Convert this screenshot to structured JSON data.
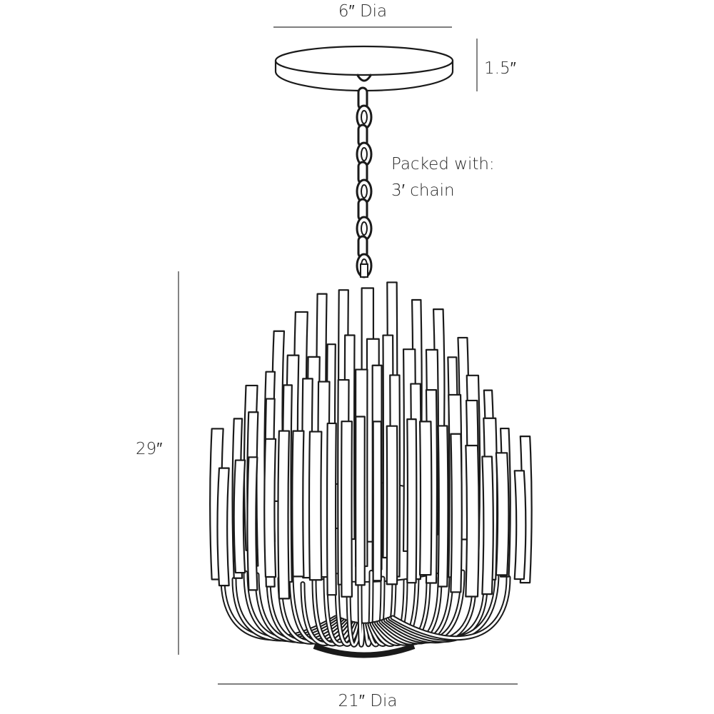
{
  "dimensions": {
    "canopy_diameter": "6″ Dia",
    "canopy_height": "1.5″",
    "overall_height": "29″",
    "body_diameter": "21″ Dia"
  },
  "note": {
    "line1": "Packed with:",
    "line2": "3′ chain"
  },
  "colors": {
    "line": "#1a1a1a",
    "text": "#2a2a2a",
    "background": "#ffffff"
  }
}
